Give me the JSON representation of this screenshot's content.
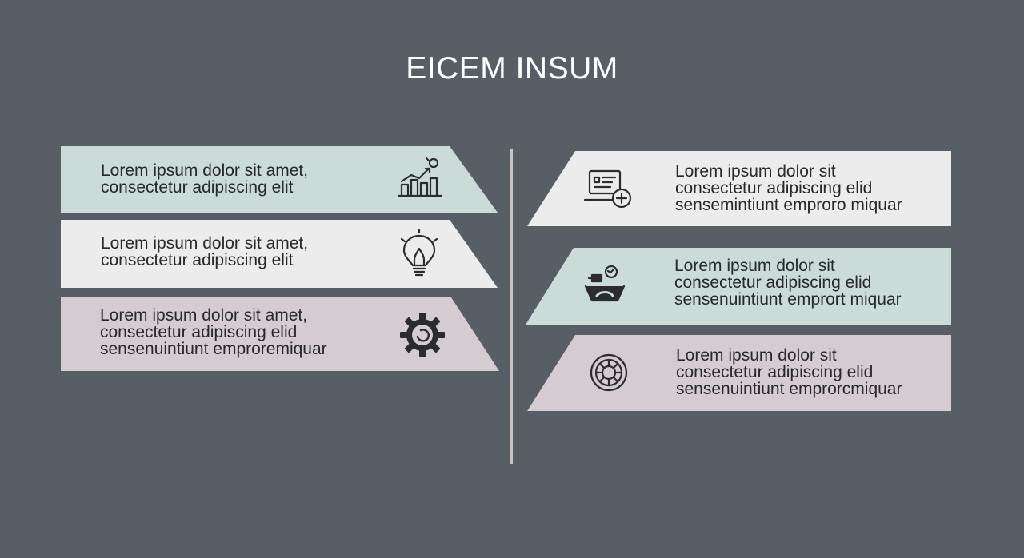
{
  "title": "EICEM INSUM",
  "left_items": [
    {
      "lines": [
        "Lorem ipsum dolor sit amet,",
        "consectetur adipiscing elit"
      ],
      "icon": "growth-chart-icon",
      "color": "#cbdcd8"
    },
    {
      "lines": [
        "Lorem ipsum dolor sit amet,",
        "consectetur adipiscing elit"
      ],
      "icon": "lightbulb-icon",
      "color": "#ececec"
    },
    {
      "lines": [
        "Lorem ipsum dolor sit amet,",
        "consectetur adipiscing elid",
        "sensenuintiunt emproremiquar"
      ],
      "icon": "gear-icon",
      "color": "#d4ccd1"
    }
  ],
  "right_items": [
    {
      "lines": [
        "Lorem ipsum dolor sit",
        "consectetur adipiscing elid",
        "sensemintiunt emproro miquar"
      ],
      "icon": "laptop-add-icon",
      "color": "#ececec"
    },
    {
      "lines": [
        "Lorem ipsum dolor sit",
        "consectetur adipiscing elid",
        "sensenuintiunt emprort miquar"
      ],
      "icon": "person-laptop-icon",
      "color": "#cbdcd8"
    },
    {
      "lines": [
        "Lorem ipsum dolor sit",
        "consectetur adipiscing elid",
        "sensenuintiunt emprorcmiquar"
      ],
      "icon": "target-wheel-icon",
      "color": "#d4ccd1"
    }
  ]
}
